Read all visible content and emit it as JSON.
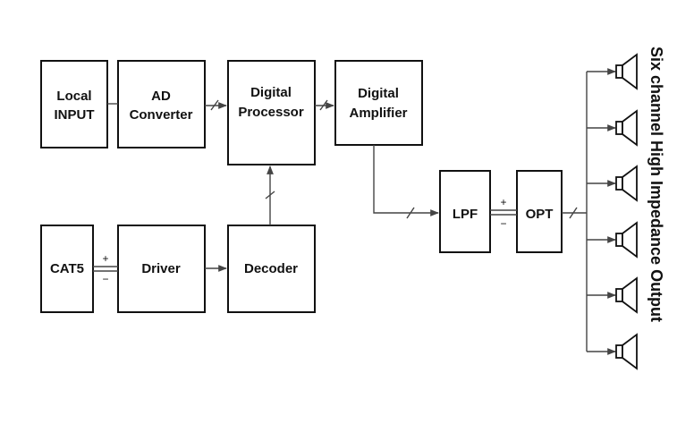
{
  "blocks": {
    "local_input": [
      "Local",
      "INPUT"
    ],
    "ad_converter": [
      "AD",
      "Converter"
    ],
    "digital_processor": [
      "Digital",
      "Processor"
    ],
    "digital_amplifier": [
      "Digital",
      "Amplifier"
    ],
    "cat5": [
      "CAT5"
    ],
    "driver": [
      "Driver"
    ],
    "decoder": [
      "Decoder"
    ],
    "lpf": [
      "LPF"
    ],
    "opt": [
      "OPT"
    ]
  },
  "polarity": {
    "plus": "+",
    "minus": "−"
  },
  "output_label": "Six channel High Impedance Output",
  "speaker_count": 6
}
